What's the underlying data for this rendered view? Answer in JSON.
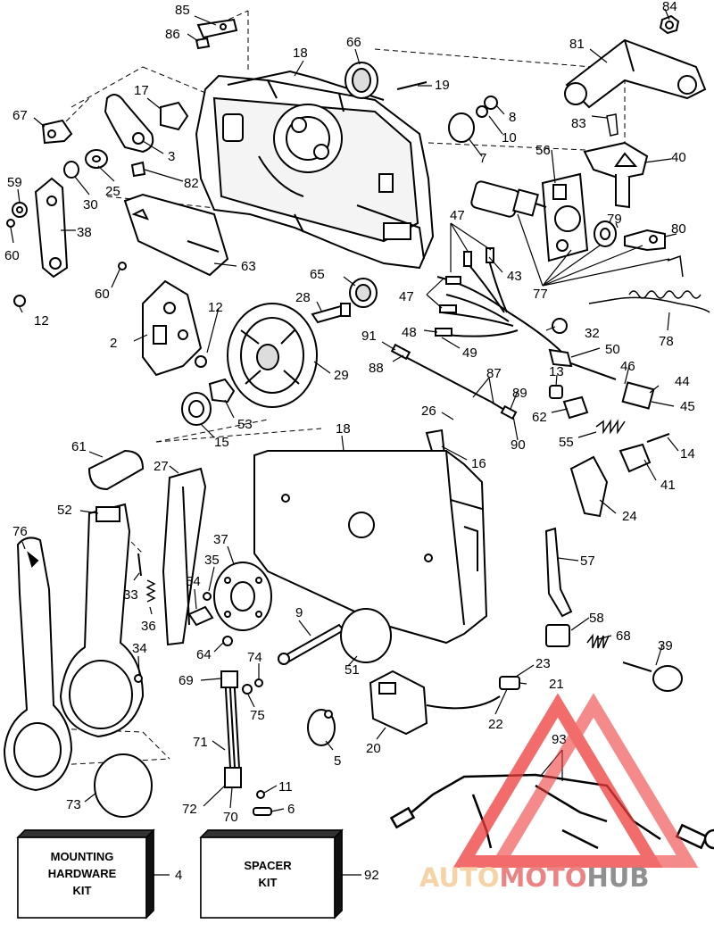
{
  "callouts": [
    "85",
    "86",
    "84",
    "18",
    "66",
    "81",
    "17",
    "19",
    "67",
    "3",
    "8",
    "83",
    "10",
    "7",
    "56",
    "40",
    "82",
    "25",
    "30",
    "59",
    "38",
    "60",
    "63",
    "47",
    "79",
    "80",
    "43",
    "77",
    "65",
    "28",
    "60",
    "12",
    "47",
    "2",
    "12",
    "48",
    "91",
    "49",
    "32",
    "78",
    "88",
    "50",
    "29",
    "46",
    "53",
    "13",
    "89",
    "87",
    "44",
    "45",
    "15",
    "26",
    "62",
    "16",
    "55",
    "90",
    "14",
    "18",
    "61",
    "27",
    "41",
    "24",
    "52",
    "76",
    "37",
    "57",
    "35",
    "33",
    "54",
    "36",
    "9",
    "58",
    "68",
    "39",
    "64",
    "34",
    "23",
    "74",
    "21",
    "51",
    "69",
    "75",
    "22",
    "20",
    "71",
    "5",
    "73",
    "11",
    "72",
    "6",
    "70",
    "93"
  ],
  "kits": {
    "mounting": {
      "label": "MOUNTING\nHARDWARE\nKIT",
      "number": "4"
    },
    "spacer": {
      "label": "SPACER\nKIT",
      "number": "92"
    }
  },
  "watermark": {
    "part1": "AUTO",
    "part2": "MOTO",
    "part3": "HUB",
    "colors": {
      "part1": "#f2c58a",
      "part2": "#e35a5a",
      "part3": "#6b6b6b",
      "triangle": "#ef3c3c"
    }
  }
}
